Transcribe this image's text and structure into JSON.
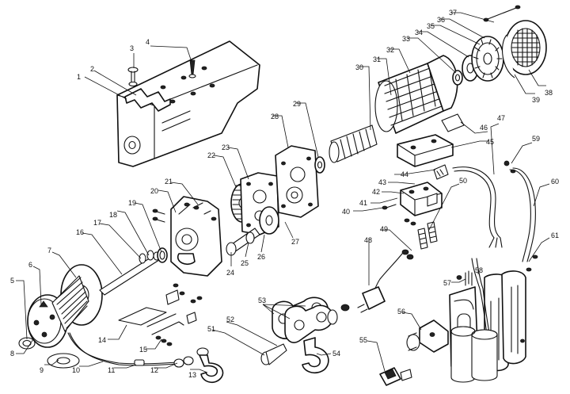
{
  "callouts": [
    "1",
    "2",
    "3",
    "4",
    "5",
    "6",
    "7",
    "8",
    "9",
    "10",
    "11",
    "12",
    "13",
    "14",
    "15",
    "16",
    "17",
    "18",
    "19",
    "20",
    "21",
    "22",
    "23",
    "24",
    "25",
    "26",
    "27",
    "28",
    "29",
    "30",
    "31",
    "32",
    "33",
    "34",
    "35",
    "36",
    "37",
    "38",
    "39",
    "40",
    "41",
    "42",
    "43",
    "44",
    "45",
    "46",
    "47",
    "48",
    "49",
    "50",
    "51",
    "52",
    "53",
    "54",
    "55",
    "56",
    "57",
    "58",
    "59",
    "60",
    "61"
  ]
}
